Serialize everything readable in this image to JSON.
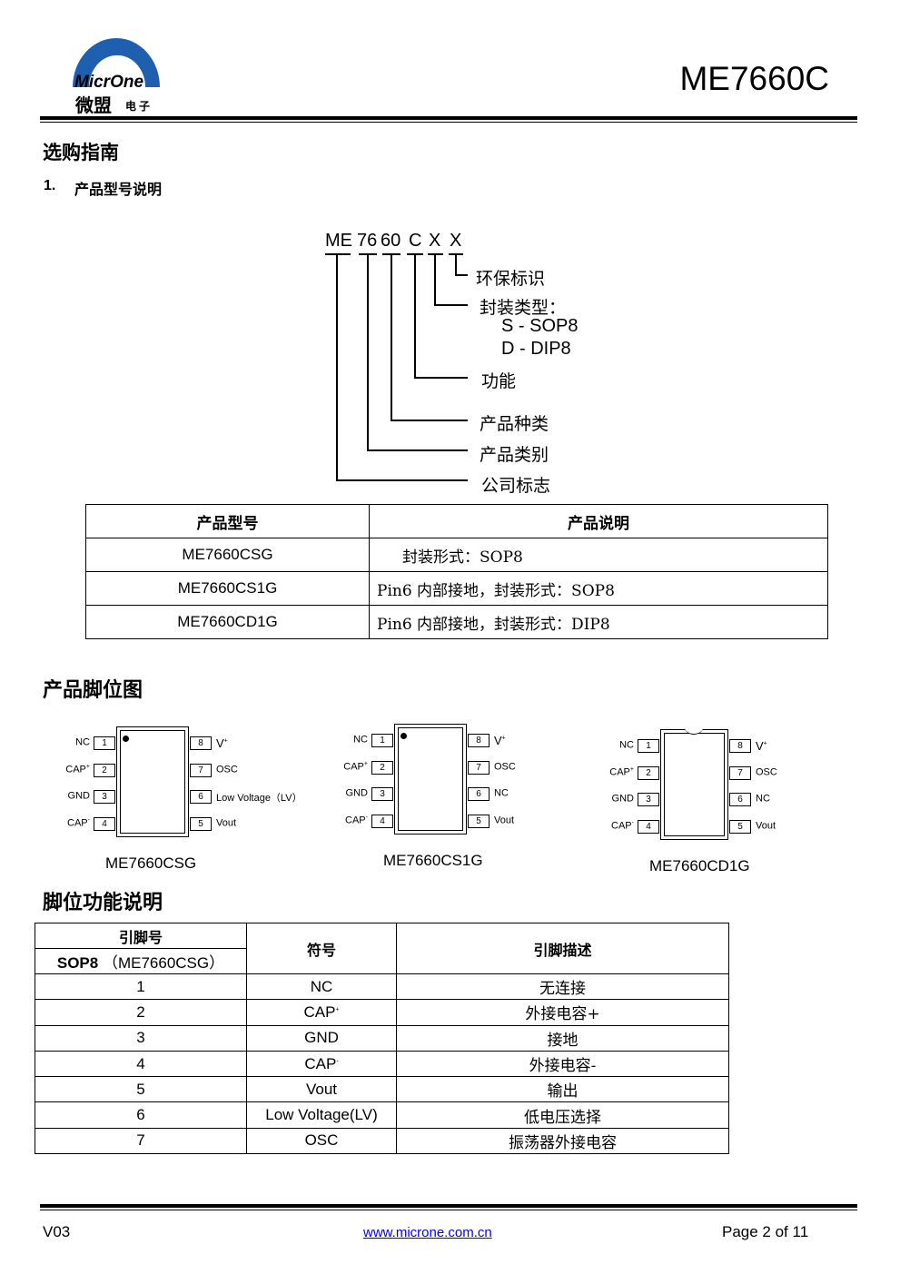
{
  "header": {
    "logo_text": "MicrOne",
    "logo_cn": "微盟",
    "logo_cn_small": "电子",
    "part": "ME7660C"
  },
  "section1": {
    "title": "选购指南",
    "subtitle_num": "1.",
    "subtitle": "产品型号说明"
  },
  "code": {
    "segments": [
      "ME",
      "76",
      "60",
      "C",
      "X",
      "X"
    ],
    "labels": {
      "env": "环保标识",
      "pkg": "封装类型：",
      "pkg_s": "S - SOP8",
      "pkg_d": "D - DIP8",
      "func": "功能",
      "kind": "产品种类",
      "cat": "产品类别",
      "company": "公司标志"
    }
  },
  "product_table": {
    "headers": [
      "产品型号",
      "产品说明"
    ],
    "rows": [
      {
        "model": "ME7660CSG",
        "desc": "封装形式：SOP8"
      },
      {
        "model": "ME7660CS1G",
        "desc": "Pin6 内部接地，封装形式：SOP8"
      },
      {
        "model": "ME7660CD1G",
        "desc": "Pin6 内部接地，封装形式：DIP8"
      }
    ]
  },
  "section2": {
    "title": "产品脚位图"
  },
  "chips": [
    {
      "name": "ME7660CSG",
      "left": [
        "NC",
        "CAP",
        "GND",
        "CAP"
      ],
      "left_sup": [
        "",
        "+",
        "",
        "-"
      ],
      "right": [
        "V",
        "OSC",
        "Low Voltage（LV）",
        "Vout"
      ],
      "right_sup": [
        "+",
        "",
        "",
        ""
      ],
      "nums_left": [
        "1",
        "2",
        "3",
        "4"
      ],
      "nums_right": [
        "8",
        "7",
        "6",
        "5"
      ]
    },
    {
      "name": "ME7660CS1G",
      "left": [
        "NC",
        "CAP",
        "GND",
        "CAP"
      ],
      "left_sup": [
        "",
        "+",
        "",
        "-"
      ],
      "right": [
        "V",
        "OSC",
        "NC",
        "Vout"
      ],
      "right_sup": [
        "+",
        "",
        "",
        ""
      ],
      "nums_left": [
        "1",
        "2",
        "3",
        "4"
      ],
      "nums_right": [
        "8",
        "7",
        "6",
        "5"
      ]
    },
    {
      "name": "ME7660CD1G",
      "left": [
        "NC",
        "CAP",
        "GND",
        "CAP"
      ],
      "left_sup": [
        "",
        "+",
        "",
        "-"
      ],
      "right": [
        "V",
        "OSC",
        "NC",
        "Vout"
      ],
      "right_sup": [
        "+",
        "",
        "",
        ""
      ],
      "nums_left": [
        "1",
        "2",
        "3",
        "4"
      ],
      "nums_right": [
        "8",
        "7",
        "6",
        "5"
      ]
    }
  ],
  "section3": {
    "title": "脚位功能说明"
  },
  "pin_table": {
    "h_pin": "引脚号",
    "h_pkg": "SOP8",
    "h_pkg_model": "（ME7660CSG）",
    "h_sym": "符号",
    "h_desc": "引脚描述",
    "rows": [
      {
        "pin": "1",
        "sym": "NC",
        "sup": "",
        "desc": "无连接"
      },
      {
        "pin": "2",
        "sym": "CAP",
        "sup": "+",
        "desc": "外接电容+"
      },
      {
        "pin": "3",
        "sym": "GND",
        "sup": "",
        "desc": "接地"
      },
      {
        "pin": "4",
        "sym": "CAP",
        "sup": "-",
        "desc": "外接电容-"
      },
      {
        "pin": "5",
        "sym": "Vout",
        "sup": "",
        "desc": "输出"
      },
      {
        "pin": "6",
        "sym": "Low Voltage(LV)",
        "sup": "",
        "desc": "低电压选择"
      },
      {
        "pin": "7",
        "sym": "OSC",
        "sup": "",
        "desc": "振荡器外接电容"
      }
    ]
  },
  "footer": {
    "version": "V03",
    "url": "www.microne.com.cn",
    "page": "Page 2 of 11"
  }
}
